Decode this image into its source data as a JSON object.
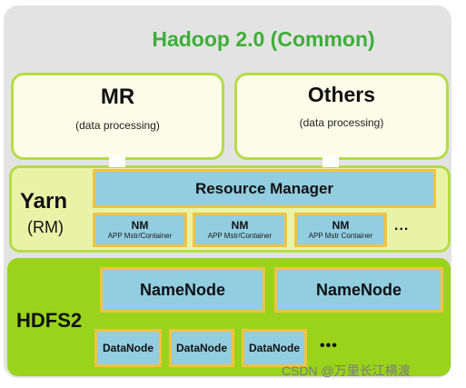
{
  "title": "Hadoop 2.0 (Common)",
  "top": [
    {
      "name": "MR",
      "sub": "(data processing)"
    },
    {
      "name": "Others",
      "sub": "(data processing)"
    }
  ],
  "yarn": {
    "name": "Yarn",
    "abbr": "(RM)",
    "resource_manager": "Resource Manager",
    "node_managers": [
      {
        "name": "NM",
        "sub": "APP Mstr/Container"
      },
      {
        "name": "NM",
        "sub": "APP Mstr/Container"
      },
      {
        "name": "NM",
        "sub": "APP Mstr Container"
      }
    ],
    "more": "..."
  },
  "hdfs": {
    "name": "HDFS2",
    "namenodes": [
      "NameNode",
      "NameNode"
    ],
    "datanodes": [
      "DataNode",
      "DataNode",
      "DataNode"
    ],
    "more": "•••"
  },
  "watermark": "CSDN @万里长江横渡",
  "colors": {
    "title": "#3fae3a",
    "pill_border": "#b5dc47",
    "yarn_fill": "#e9f3a8",
    "hdfs_fill": "#9ad31b",
    "box_fill": "#92cde0",
    "box_border": "#f3c23f"
  }
}
